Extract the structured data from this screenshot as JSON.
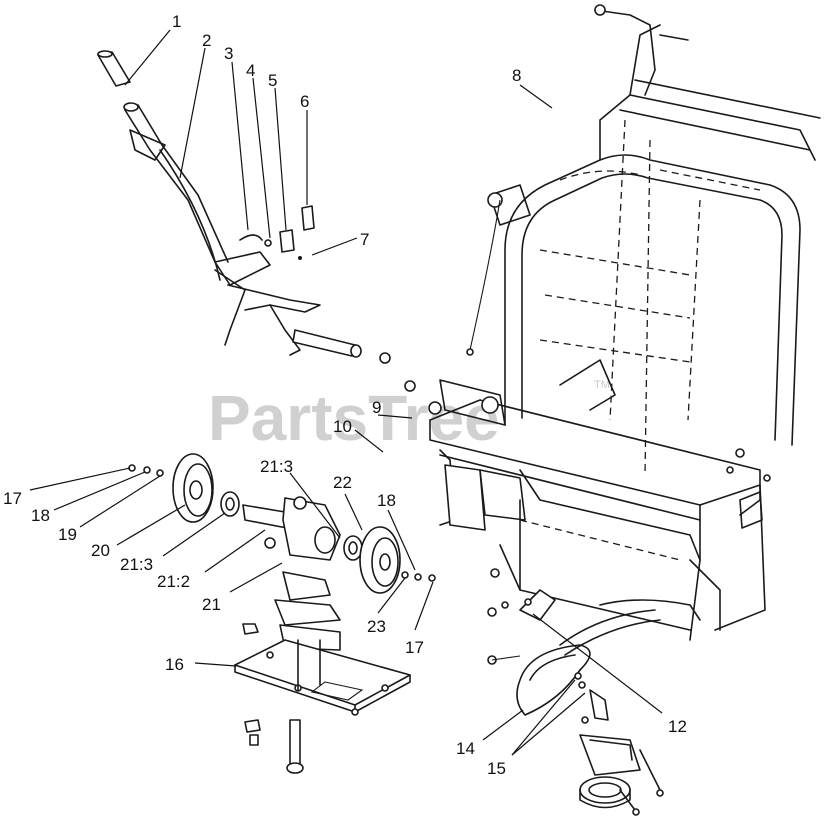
{
  "watermark": {
    "text": "PartsTree",
    "tm": "TM"
  },
  "callouts": [
    {
      "id": "c1",
      "label": "1"
    },
    {
      "id": "c2",
      "label": "2"
    },
    {
      "id": "c3",
      "label": "3"
    },
    {
      "id": "c4",
      "label": "4"
    },
    {
      "id": "c5",
      "label": "5"
    },
    {
      "id": "c6",
      "label": "6"
    },
    {
      "id": "c7",
      "label": "7"
    },
    {
      "id": "c8",
      "label": "8"
    },
    {
      "id": "c9",
      "label": "9"
    },
    {
      "id": "c10",
      "label": "10"
    },
    {
      "id": "c12",
      "label": "12"
    },
    {
      "id": "c14",
      "label": "14"
    },
    {
      "id": "c15",
      "label": "15"
    },
    {
      "id": "c16",
      "label": "16"
    },
    {
      "id": "c17a",
      "label": "17"
    },
    {
      "id": "c17b",
      "label": "17"
    },
    {
      "id": "c18a",
      "label": "18"
    },
    {
      "id": "c18b",
      "label": "18"
    },
    {
      "id": "c19",
      "label": "19"
    },
    {
      "id": "c20",
      "label": "20"
    },
    {
      "id": "c21",
      "label": "21"
    },
    {
      "id": "c21_2",
      "label": "21:2"
    },
    {
      "id": "c21_3a",
      "label": "21:3"
    },
    {
      "id": "c21_3b",
      "label": "21:3"
    },
    {
      "id": "c22",
      "label": "22"
    },
    {
      "id": "c23",
      "label": "23"
    }
  ]
}
